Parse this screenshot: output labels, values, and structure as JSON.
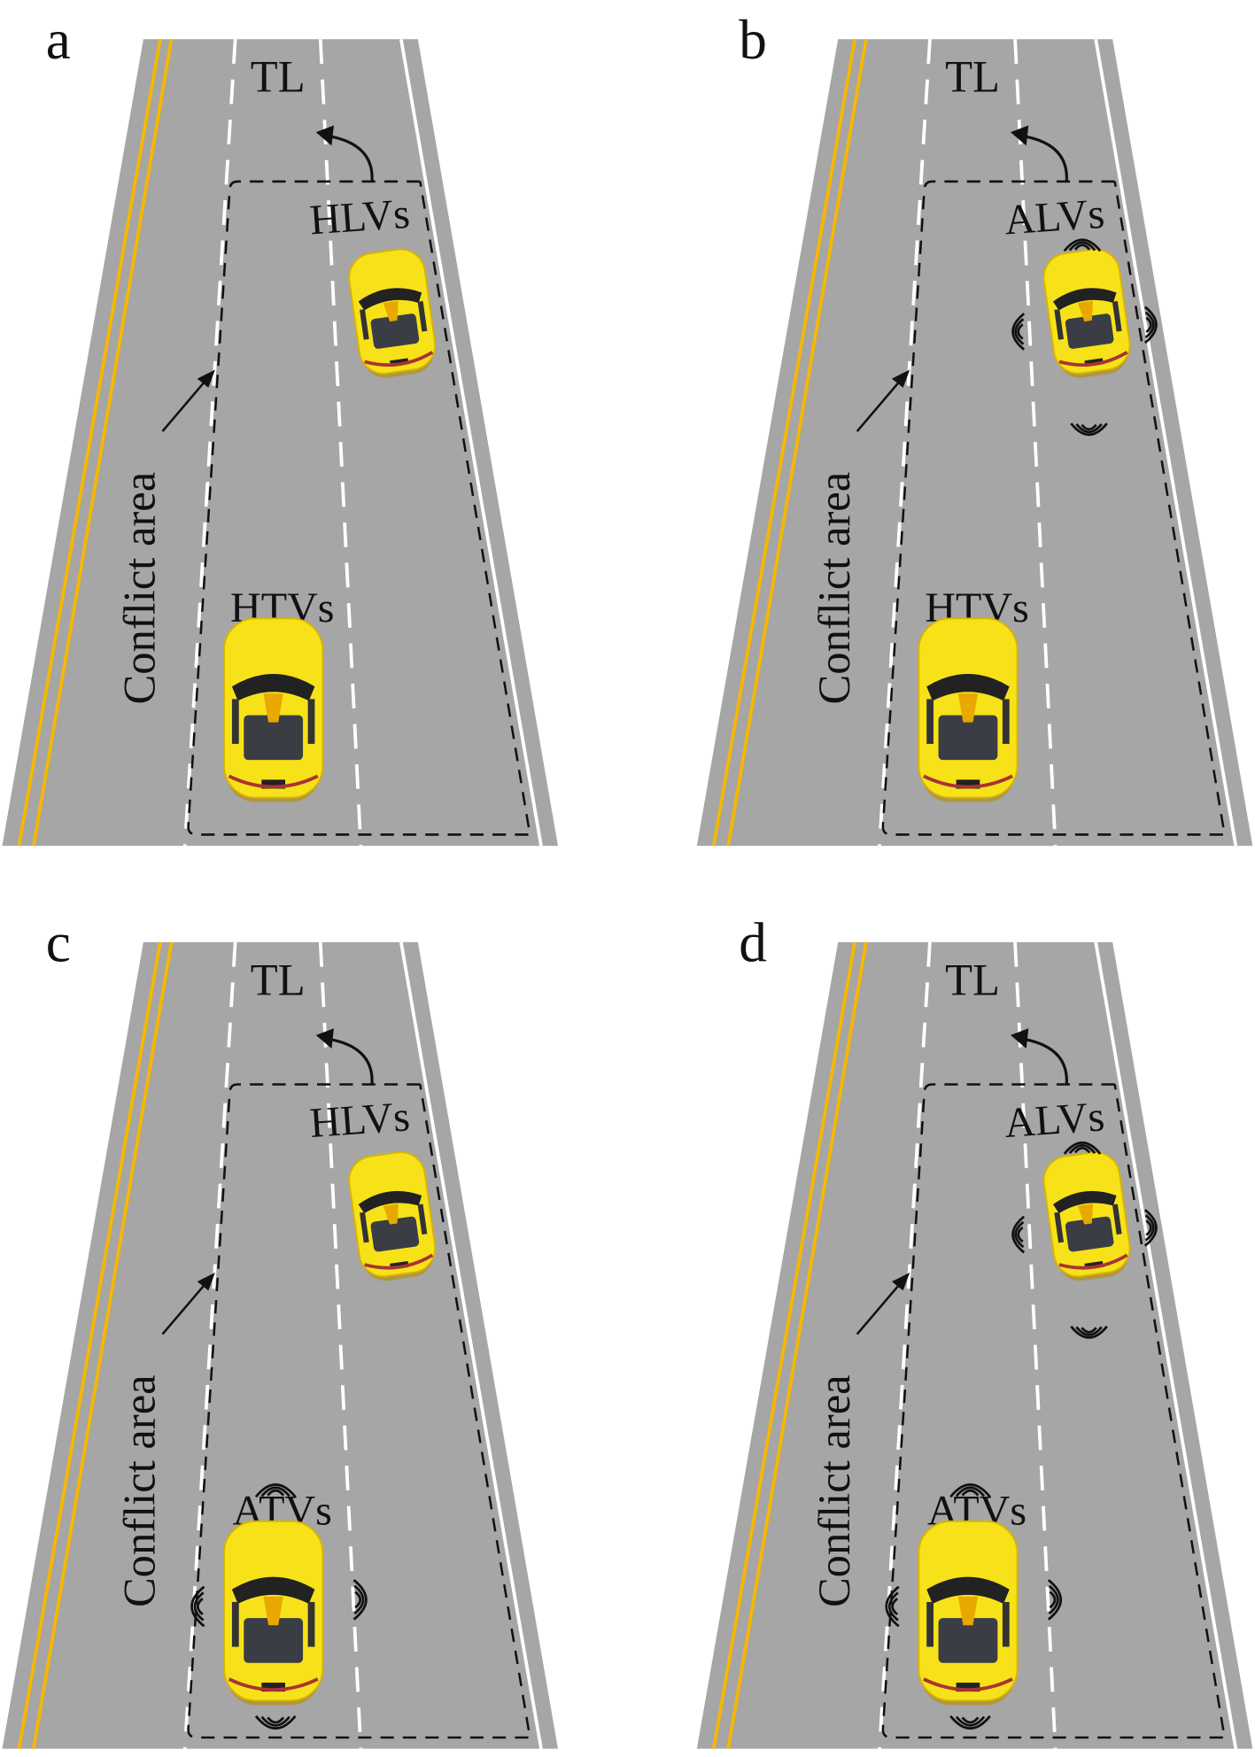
{
  "figure": {
    "panels": [
      {
        "id": "a",
        "leader": "HLVs",
        "follower": "HTVs",
        "leader_connected": false,
        "follower_connected": false
      },
      {
        "id": "b",
        "leader": "ALVs",
        "follower": "HTVs",
        "leader_connected": true,
        "follower_connected": false
      },
      {
        "id": "c",
        "leader": "HLVs",
        "follower": "ATVs",
        "leader_connected": false,
        "follower_connected": true
      },
      {
        "id": "d",
        "leader": "ALVs",
        "follower": "ATVs",
        "leader_connected": true,
        "follower_connected": true
      }
    ],
    "target_lane_label": "TL",
    "conflict_area_label": "Conflict area",
    "colors": {
      "road": "#a6a6a6",
      "lane_marking": "#ffffff",
      "center_line": "#f5b800",
      "car_body": "#f7e21a",
      "car_dark": "#3a3d44"
    }
  }
}
